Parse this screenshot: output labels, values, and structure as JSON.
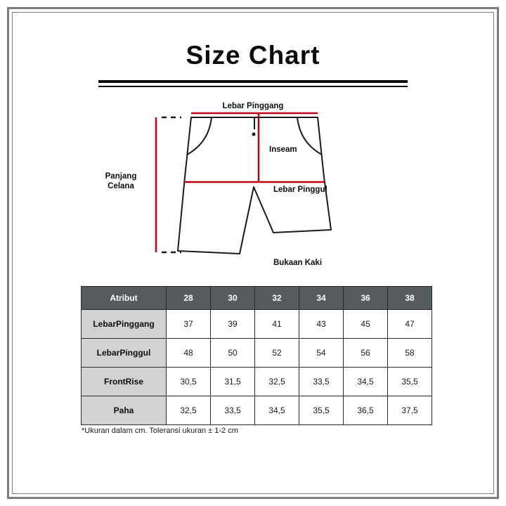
{
  "page": {
    "title": "Size Chart",
    "footnote": "*Ukuran dalam cm. Toleransi ukuran ± 1-2 cm"
  },
  "diagram": {
    "accent_color": "#c10016",
    "labels": {
      "waist": "Lebar Pinggang",
      "inseam": "Inseam",
      "length": "Panjang Celana",
      "hip": "Lebar Pinggul",
      "leg_opening": "Bukaan Kaki"
    }
  },
  "table": {
    "header": [
      "Atribut",
      "28",
      "30",
      "32",
      "34",
      "36",
      "38"
    ],
    "rows": [
      {
        "label": "LebarPinggang",
        "values": [
          "37",
          "39",
          "41",
          "43",
          "45",
          "47"
        ]
      },
      {
        "label": "LebarPinggul",
        "values": [
          "48",
          "50",
          "52",
          "54",
          "56",
          "58"
        ]
      },
      {
        "label": "FrontRise",
        "values": [
          "30,5",
          "31,5",
          "32,5",
          "33,5",
          "34,5",
          "35,5"
        ]
      },
      {
        "label": "Paha",
        "values": [
          "32,5",
          "33,5",
          "34,5",
          "35,5",
          "36,5",
          "37,5"
        ]
      }
    ],
    "colors": {
      "header_bg": "#565b5f",
      "label_bg": "#d2d2d2"
    }
  }
}
